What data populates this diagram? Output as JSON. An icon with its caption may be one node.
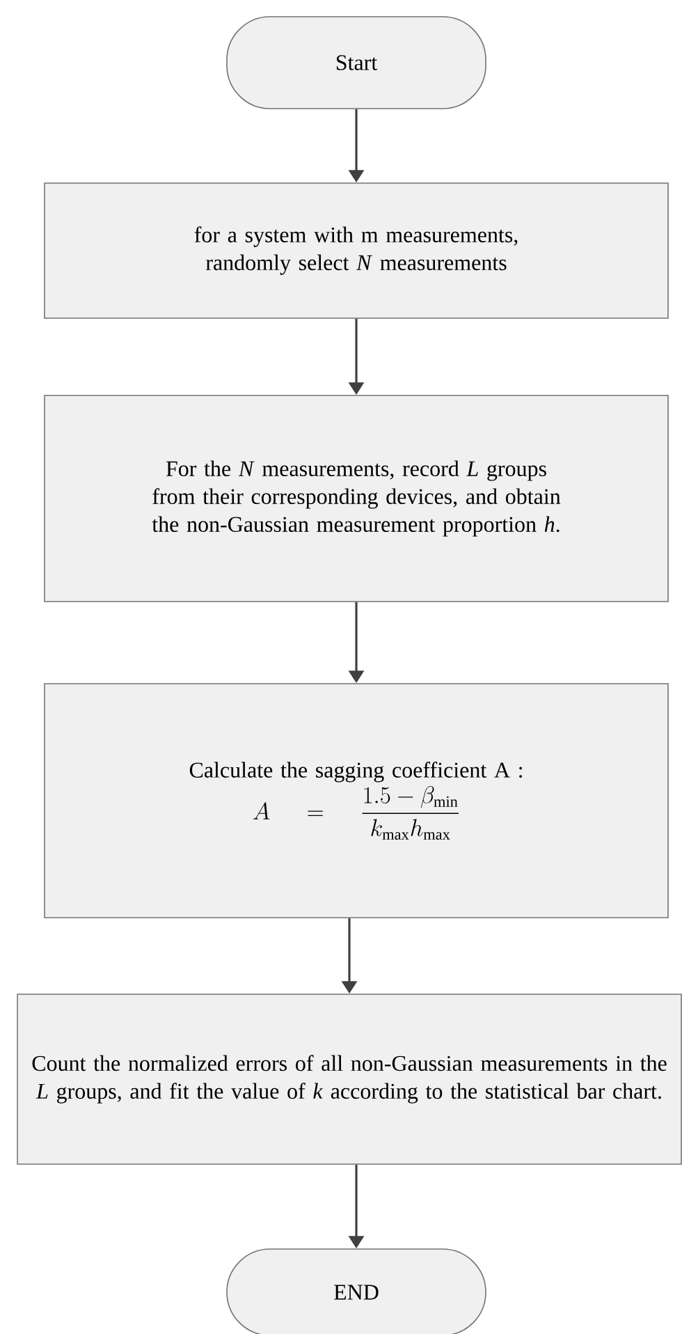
{
  "diagram": {
    "nodes": [
      {
        "text": [
          "Start"
        ]
      },
      {
        "text": [
          "for a system with m measurements, randomly select *N* measurements"
        ]
      },
      {
        "text": [
          "For the *N* measurements, record *L* groups from their corresponding devices, and obtain the non-Gaussian measurement proportion *h*."
        ]
      },
      {
        "text": [
          "Calculate the sagging coefficient A :",
          "A = \\frac{1.5 - \\beta_{\\min}}{k_{\\max} h_{\\max}}"
        ]
      },
      {
        "text": [
          "Count the normalized errors of all non-Gaussian measurements in the *L* groups, and fit the value of *k* according to the statistical bar chart."
        ]
      },
      {
        "text": [
          "END"
        ]
      }
    ],
    "edges": [
      {
        "from": 0,
        "to": 1,
        "arrow": "to"
      },
      {
        "from": 1,
        "to": 2,
        "arrow": "to"
      },
      {
        "from": 2,
        "to": 3,
        "arrow": "to"
      },
      {
        "from": 3,
        "to": 4,
        "arrow": "to"
      },
      {
        "from": 4,
        "to": 5,
        "arrow": "to"
      }
    ]
  }
}
